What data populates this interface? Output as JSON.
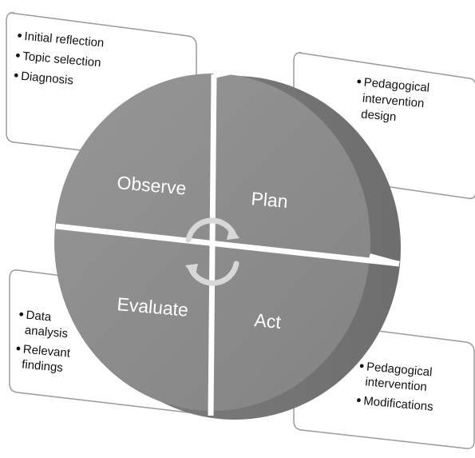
{
  "quadrants": {
    "observe": "Observe",
    "plan": "Plan",
    "act": "Act",
    "evaluate": "Evaluate"
  },
  "notes": {
    "observe": [
      "Initial reflection",
      "Topic selection",
      "Diagnosis"
    ],
    "plan": [
      "Pedagogical",
      "intervention",
      "design"
    ],
    "evaluate": [
      "Data",
      "analysis",
      "Relevant",
      "findings"
    ],
    "act": [
      "Pedagogical",
      "intervention",
      "Modifications"
    ]
  },
  "icons": {
    "center": "cycle-arrows-icon",
    "bullet": "bullet-dot"
  },
  "colors": {
    "disk_face": "#8d8d8d",
    "disk_rim": "#7a7a7a",
    "divider": "#ffffff",
    "card_fill": "#ffffff",
    "card_border": "#9a9a9a",
    "card_shadow": "#d0d0d0",
    "text_dark": "#111111",
    "text_light": "#ffffff"
  }
}
